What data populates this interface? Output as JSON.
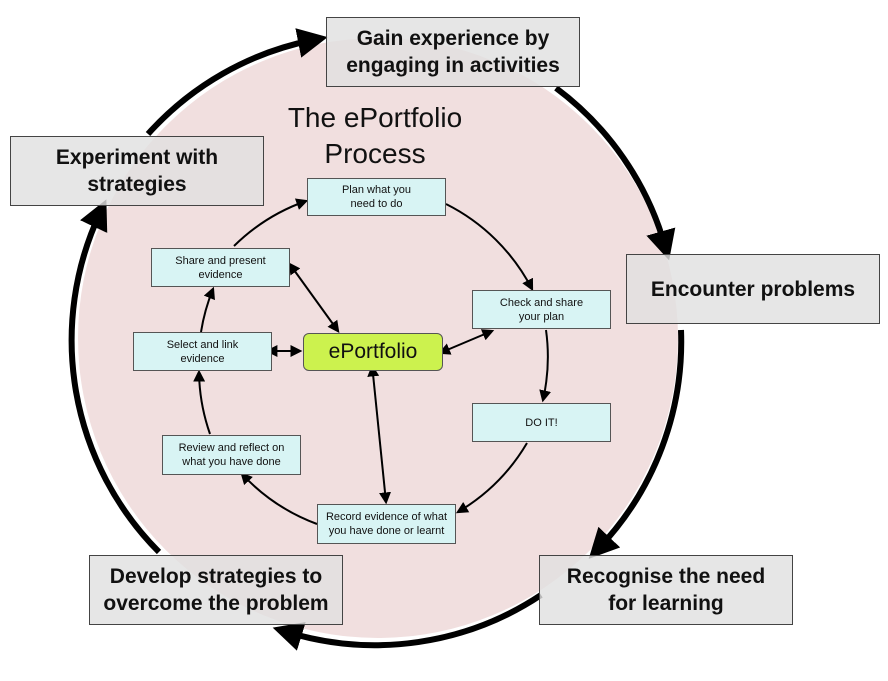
{
  "title": "The ePortfolio\nProcess",
  "center": "ePortfolio",
  "outer_cycle": {
    "gain": "Gain experience by\nengaging in activities",
    "encounter": "Encounter problems",
    "recognise": "Recognise the need\nfor learning",
    "develop": "Develop strategies to\novercome the problem",
    "experiment": "Experiment with\nstrategies"
  },
  "inner_cycle": {
    "plan": "Plan what you\nneed to do",
    "check": "Check and share\nyour plan",
    "doit": "DO IT!",
    "record": "Record evidence of what\nyou have done or learnt",
    "review": "Review and reflect on\nwhat you have done",
    "select": "Select and link\nevidence",
    "share": "Share and present\nevidence"
  },
  "colors": {
    "circle_fill": "#f1dfdf",
    "center_fill": "#ccf24e",
    "inner_box_fill": "#d8f4f4",
    "outer_box_fill": "#e0e0e0",
    "arrow": "#000000"
  }
}
